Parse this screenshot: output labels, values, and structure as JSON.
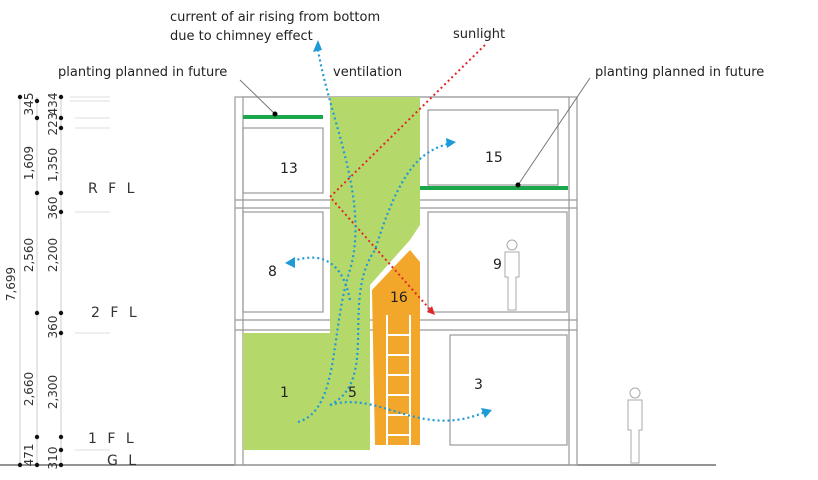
{
  "colors": {
    "void": "#b5d86a",
    "stair": "#f2a62a",
    "planting": "#1aa64a",
    "air": "#1e9ad6",
    "sun": "#e0282a"
  },
  "labels": {
    "air_line1": "current of air rising from bottom",
    "air_line2": "due to chimney effect",
    "ventilation": "ventilation",
    "sunlight": "sunlight",
    "planting_left": "planting planned in future",
    "planting_right": "planting planned in future"
  },
  "rooms": {
    "r13": "13",
    "r15": "15",
    "r8": "8",
    "r9": "9",
    "r16": "16",
    "r1": "1",
    "r5": "5",
    "r3": "3"
  },
  "levels": {
    "rfl": "R F L",
    "fl2": "2 F L",
    "fl1": "1 F L",
    "gl": "G L"
  },
  "dims": {
    "total": "7,699",
    "outer": [
      "345",
      "1,609",
      "2,560",
      "2,660",
      "471"
    ],
    "inner": [
      "434",
      "223",
      "1,350",
      "360",
      "2,200",
      "360",
      "2,300",
      "310"
    ]
  }
}
